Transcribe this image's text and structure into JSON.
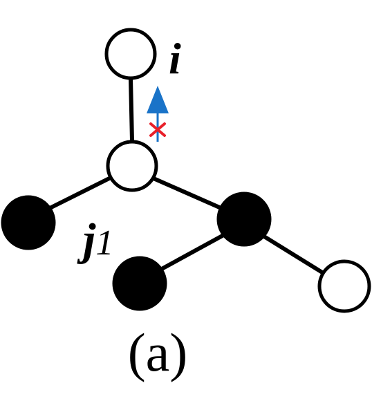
{
  "labels": {
    "node_i": "i",
    "node_j_base": "j",
    "node_j_sub": "1",
    "caption": "(a)"
  },
  "colors": {
    "empty_node_fill": "#ffffff",
    "filled_node_fill": "#000000",
    "edge": "#000000",
    "arrow": "#1a73c8",
    "cross": "#e8202a"
  },
  "icons": {
    "arrow": "up-arrow-icon",
    "cross": "cross-icon"
  }
}
